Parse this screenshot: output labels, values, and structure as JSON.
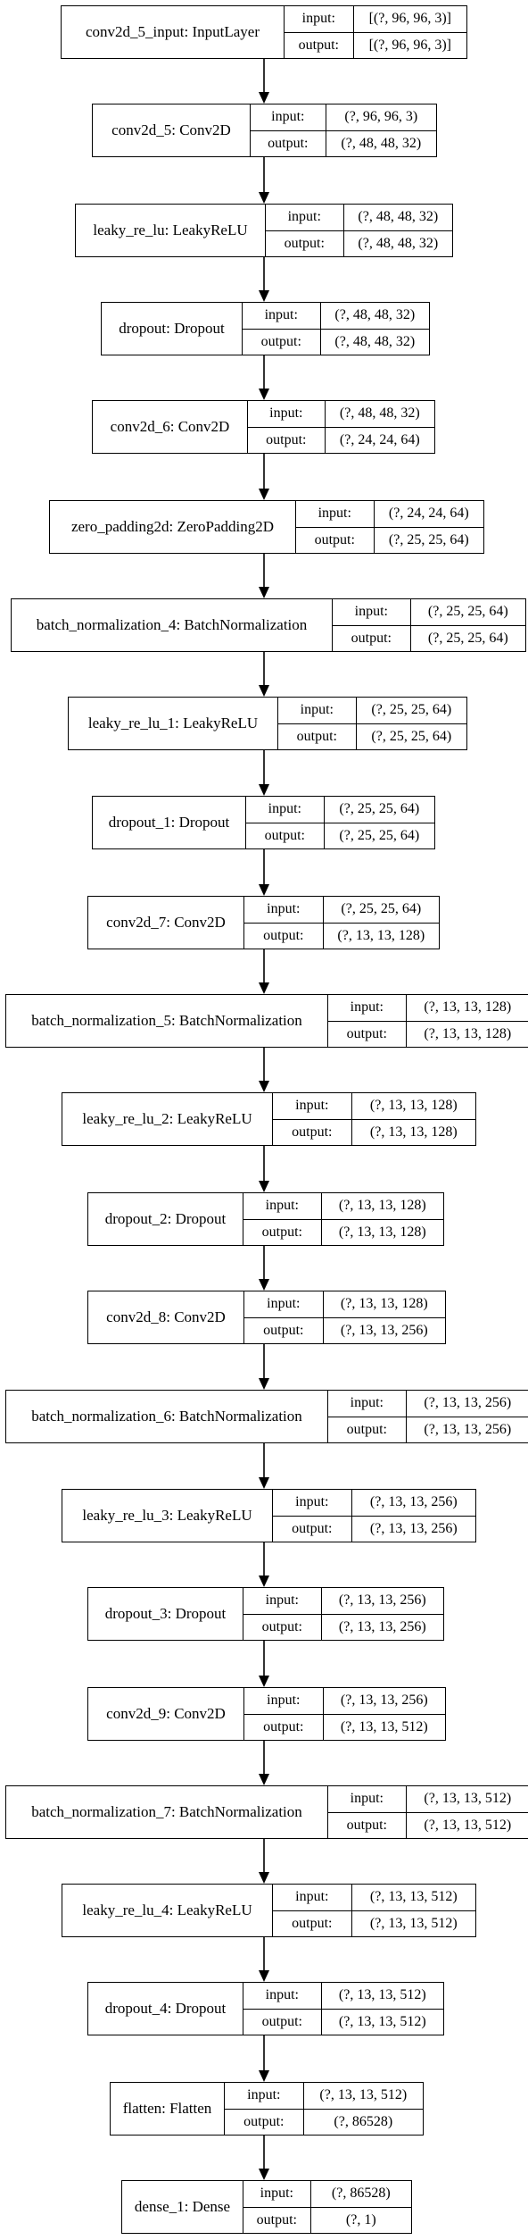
{
  "labels": {
    "input": "input:",
    "output": "output:"
  },
  "layers": [
    {
      "name": "conv2d_5_input: InputLayer",
      "input": "[(?, 96, 96, 3)]",
      "output": "[(?, 96, 96, 3)]"
    },
    {
      "name": "conv2d_5: Conv2D",
      "input": "(?, 96, 96, 3)",
      "output": "(?, 48, 48, 32)"
    },
    {
      "name": "leaky_re_lu: LeakyReLU",
      "input": "(?, 48, 48, 32)",
      "output": "(?, 48, 48, 32)"
    },
    {
      "name": "dropout: Dropout",
      "input": "(?, 48, 48, 32)",
      "output": "(?, 48, 48, 32)"
    },
    {
      "name": "conv2d_6: Conv2D",
      "input": "(?, 48, 48, 32)",
      "output": "(?, 24, 24, 64)"
    },
    {
      "name": "zero_padding2d: ZeroPadding2D",
      "input": "(?, 24, 24, 64)",
      "output": "(?, 25, 25, 64)"
    },
    {
      "name": "batch_normalization_4: BatchNormalization",
      "input": "(?, 25, 25, 64)",
      "output": "(?, 25, 25, 64)"
    },
    {
      "name": "leaky_re_lu_1: LeakyReLU",
      "input": "(?, 25, 25, 64)",
      "output": "(?, 25, 25, 64)"
    },
    {
      "name": "dropout_1: Dropout",
      "input": "(?, 25, 25, 64)",
      "output": "(?, 25, 25, 64)"
    },
    {
      "name": "conv2d_7: Conv2D",
      "input": "(?, 25, 25, 64)",
      "output": "(?, 13, 13, 128)"
    },
    {
      "name": "batch_normalization_5: BatchNormalization",
      "input": "(?, 13, 13, 128)",
      "output": "(?, 13, 13, 128)"
    },
    {
      "name": "leaky_re_lu_2: LeakyReLU",
      "input": "(?, 13, 13, 128)",
      "output": "(?, 13, 13, 128)"
    },
    {
      "name": "dropout_2: Dropout",
      "input": "(?, 13, 13, 128)",
      "output": "(?, 13, 13, 128)"
    },
    {
      "name": "conv2d_8: Conv2D",
      "input": "(?, 13, 13, 128)",
      "output": "(?, 13, 13, 256)"
    },
    {
      "name": "batch_normalization_6: BatchNormalization",
      "input": "(?, 13, 13, 256)",
      "output": "(?, 13, 13, 256)"
    },
    {
      "name": "leaky_re_lu_3: LeakyReLU",
      "input": "(?, 13, 13, 256)",
      "output": "(?, 13, 13, 256)"
    },
    {
      "name": "dropout_3: Dropout",
      "input": "(?, 13, 13, 256)",
      "output": "(?, 13, 13, 256)"
    },
    {
      "name": "conv2d_9: Conv2D",
      "input": "(?, 13, 13, 256)",
      "output": "(?, 13, 13, 512)"
    },
    {
      "name": "batch_normalization_7: BatchNormalization",
      "input": "(?, 13, 13, 512)",
      "output": "(?, 13, 13, 512)"
    },
    {
      "name": "leaky_re_lu_4: LeakyReLU",
      "input": "(?, 13, 13, 512)",
      "output": "(?, 13, 13, 512)"
    },
    {
      "name": "dropout_4: Dropout",
      "input": "(?, 13, 13, 512)",
      "output": "(?, 13, 13, 512)"
    },
    {
      "name": "flatten: Flatten",
      "input": "(?, 13, 13, 512)",
      "output": "(?, 86528)"
    },
    {
      "name": "dense_1: Dense",
      "input": "(?, 86528)",
      "output": "(?, 1)"
    }
  ]
}
